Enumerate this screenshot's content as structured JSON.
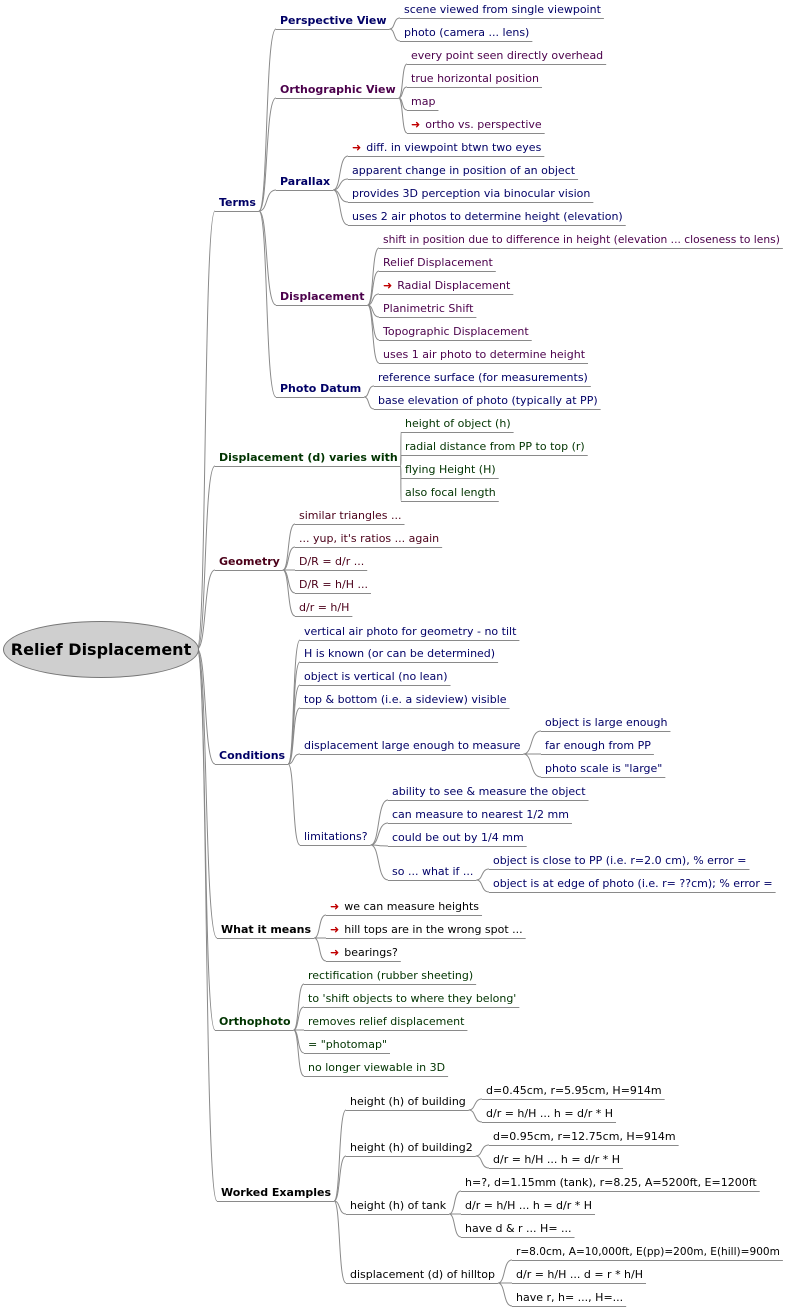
{
  "root": {
    "label": "Relief Displacement",
    "color": "#000000"
  },
  "branches": [
    {
      "id": "terms",
      "label": "Terms",
      "color": "#000066",
      "children": [
        {
          "id": "perspective",
          "label": "Perspective View",
          "color": "#000066",
          "children": [
            {
              "text": "scene viewed from single viewpoint",
              "color": "#000066"
            },
            {
              "text": "photo (camera ... lens)",
              "color": "#000066"
            }
          ]
        },
        {
          "id": "orthographic",
          "label": "Orthographic View",
          "color": "#4b004b",
          "children": [
            {
              "text": "every point seen directly overhead",
              "color": "#4b004b"
            },
            {
              "text": "true horizontal position",
              "color": "#4b004b"
            },
            {
              "text": "map",
              "color": "#4b004b"
            },
            {
              "text": "ortho vs. perspective",
              "color": "#4b004b",
              "arrow": true
            }
          ]
        },
        {
          "id": "parallax",
          "label": "Parallax",
          "color": "#000066",
          "children": [
            {
              "text": "diff. in viewpoint btwn two eyes",
              "color": "#000066",
              "arrow": true
            },
            {
              "text": "apparent change in position of an object",
              "color": "#000066"
            },
            {
              "text": "provides 3D perception via binocular vision",
              "color": "#000066"
            },
            {
              "text": "uses 2 air photos to determine height (elevation)",
              "color": "#000066"
            }
          ]
        },
        {
          "id": "displacement",
          "label": "Displacement",
          "color": "#4b004b",
          "children": [
            {
              "text": "shift in position due to difference in height (elevation ... closeness to lens)",
              "color": "#4b004b"
            },
            {
              "text": "Relief Displacement",
              "color": "#4b004b"
            },
            {
              "text": "Radial Displacement",
              "color": "#4b004b",
              "arrow": true
            },
            {
              "text": "Planimetric Shift",
              "color": "#4b004b"
            },
            {
              "text": "Topographic Displacement",
              "color": "#4b004b"
            },
            {
              "text": "uses 1 air photo to determine height",
              "color": "#4b004b"
            }
          ]
        },
        {
          "id": "photodatum",
          "label": "Photo Datum",
          "color": "#000066",
          "children": [
            {
              "text": "reference surface (for measurements)",
              "color": "#000066"
            },
            {
              "text": "base elevation of photo (typically at PP)",
              "color": "#000066"
            }
          ]
        }
      ]
    },
    {
      "id": "varies",
      "label": "Displacement (d) varies with",
      "color": "#003300",
      "children": [
        {
          "text": "height of object (h)",
          "color": "#003300"
        },
        {
          "text": "radial distance from PP to top (r)",
          "color": "#003300"
        },
        {
          "text": "flying Height (H)",
          "color": "#003300"
        },
        {
          "text": "also focal length",
          "color": "#003300"
        }
      ]
    },
    {
      "id": "geometry",
      "label": "Geometry",
      "color": "#4b0019",
      "children": [
        {
          "text": "similar triangles ...",
          "color": "#4b0019"
        },
        {
          "text": "... yup, it's ratios ... again",
          "color": "#4b0019"
        },
        {
          "text": "D/R = d/r ...",
          "color": "#4b0019"
        },
        {
          "text": "D/R = h/H ...",
          "color": "#4b0019"
        },
        {
          "text": "d/r = h/H",
          "color": "#4b0019"
        }
      ]
    },
    {
      "id": "conditions",
      "label": "Conditions",
      "color": "#000066",
      "children": [
        {
          "text": "vertical air photo for geometry - no tilt",
          "color": "#000066"
        },
        {
          "text": "H is known (or can be determined)",
          "color": "#000066"
        },
        {
          "text": "object is vertical (no lean)",
          "color": "#000066"
        },
        {
          "text": "top & bottom (i.e. a sideview) visible",
          "color": "#000066"
        },
        {
          "text": "displacement large enough to measure",
          "color": "#000066",
          "children": [
            {
              "text": "object is large enough",
              "color": "#000066"
            },
            {
              "text": "far enough from PP",
              "color": "#000066"
            },
            {
              "text": "photo scale is \"large\"",
              "color": "#000066"
            }
          ]
        },
        {
          "text": "limitations?",
          "color": "#000066",
          "children": [
            {
              "text": "ability to see & measure the object",
              "color": "#000066"
            },
            {
              "text": "can measure to nearest 1/2 mm",
              "color": "#000066"
            },
            {
              "text": "could be out by 1/4 mm",
              "color": "#000066"
            },
            {
              "text": "so ... what if ...",
              "color": "#000066",
              "children": [
                {
                  "text": "object is close to PP (i.e. r=2.0 cm), % error =",
                  "color": "#000066"
                },
                {
                  "text": "object is at edge of photo (i.e. r= ??cm); % error =",
                  "color": "#000066"
                }
              ]
            }
          ]
        }
      ]
    },
    {
      "id": "means",
      "label": "What it means",
      "color": "#000000",
      "children": [
        {
          "text": "we can measure heights",
          "color": "#000000",
          "arrow": true
        },
        {
          "text": "hill tops are in the wrong spot ...",
          "color": "#000000",
          "arrow": true
        },
        {
          "text": "bearings?",
          "color": "#000000",
          "arrow": true
        }
      ]
    },
    {
      "id": "orthophoto",
      "label": "Orthophoto",
      "color": "#003300",
      "children": [
        {
          "text": "rectification (rubber sheeting)",
          "color": "#003300"
        },
        {
          "text": "to 'shift objects to where they belong'",
          "color": "#003300"
        },
        {
          "text": "removes relief displacement",
          "color": "#003300"
        },
        {
          "text": "= \"photomap\"",
          "color": "#003300"
        },
        {
          "text": "no longer viewable in 3D",
          "color": "#003300"
        }
      ]
    },
    {
      "id": "worked",
      "label": "Worked Examples",
      "color": "#000000",
      "children": [
        {
          "text": "height (h) of building",
          "color": "#000000",
          "children": [
            {
              "text": "d=0.45cm, r=5.95cm, H=914m",
              "color": "#000000"
            },
            {
              "text": "d/r = h/H ... h = d/r * H",
              "color": "#000000"
            }
          ]
        },
        {
          "text": "height (h) of building2",
          "color": "#000000",
          "children": [
            {
              "text": "d=0.95cm, r=12.75cm, H=914m",
              "color": "#000000"
            },
            {
              "text": "d/r = h/H ... h = d/r * H",
              "color": "#000000"
            }
          ]
        },
        {
          "text": "height (h) of tank",
          "color": "#000000",
          "children": [
            {
              "text": "h=?, d=1.15mm (tank), r=8.25, A=5200ft, E=1200ft",
              "color": "#000000"
            },
            {
              "text": "d/r = h/H ... h = d/r * H",
              "color": "#000000"
            },
            {
              "text": "have d & r ... H= ...",
              "color": "#000000"
            }
          ]
        },
        {
          "text": "displacement (d) of hilltop",
          "color": "#000000",
          "children": [
            {
              "text": "r=8.0cm, A=10,000ft, E(pp)=200m, E(hill)=900m",
              "color": "#000000"
            },
            {
              "text": "d/r = h/H ... d = r * h/H",
              "color": "#000000"
            },
            {
              "text": "have r, h= ..., H=...",
              "color": "#000000"
            }
          ]
        }
      ]
    }
  ]
}
